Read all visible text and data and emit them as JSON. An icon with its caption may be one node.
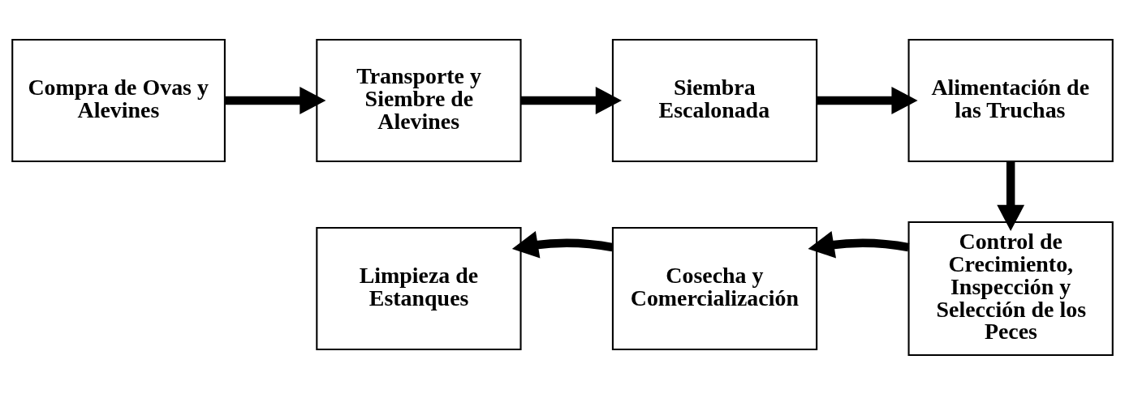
{
  "diagram": {
    "nodes": [
      {
        "text": [
          "Compra de Ovas y Alevines"
        ]
      },
      {
        "text": [
          "Transporte y Siembre de Alevines"
        ]
      },
      {
        "text": [
          "Siembra Escalonada"
        ]
      },
      {
        "text": [
          "Alimentación de las Truchas"
        ]
      },
      {
        "text": [
          "Control de Crecimiento, Inspección y Selección de los Peces"
        ]
      },
      {
        "text": [
          "Cosecha y Comercialización"
        ]
      },
      {
        "text": [
          "Limpieza de Estanques"
        ]
      }
    ],
    "edges": [
      {
        "from": 0,
        "to": 1,
        "arrow": "to"
      },
      {
        "from": 1,
        "to": 2,
        "arrow": "to"
      },
      {
        "from": 2,
        "to": 3,
        "arrow": "to"
      },
      {
        "from": 3,
        "to": 4,
        "arrow": "to"
      },
      {
        "from": 4,
        "to": 5,
        "arrow": "to"
      },
      {
        "from": 5,
        "to": 6,
        "arrow": "to"
      }
    ]
  }
}
